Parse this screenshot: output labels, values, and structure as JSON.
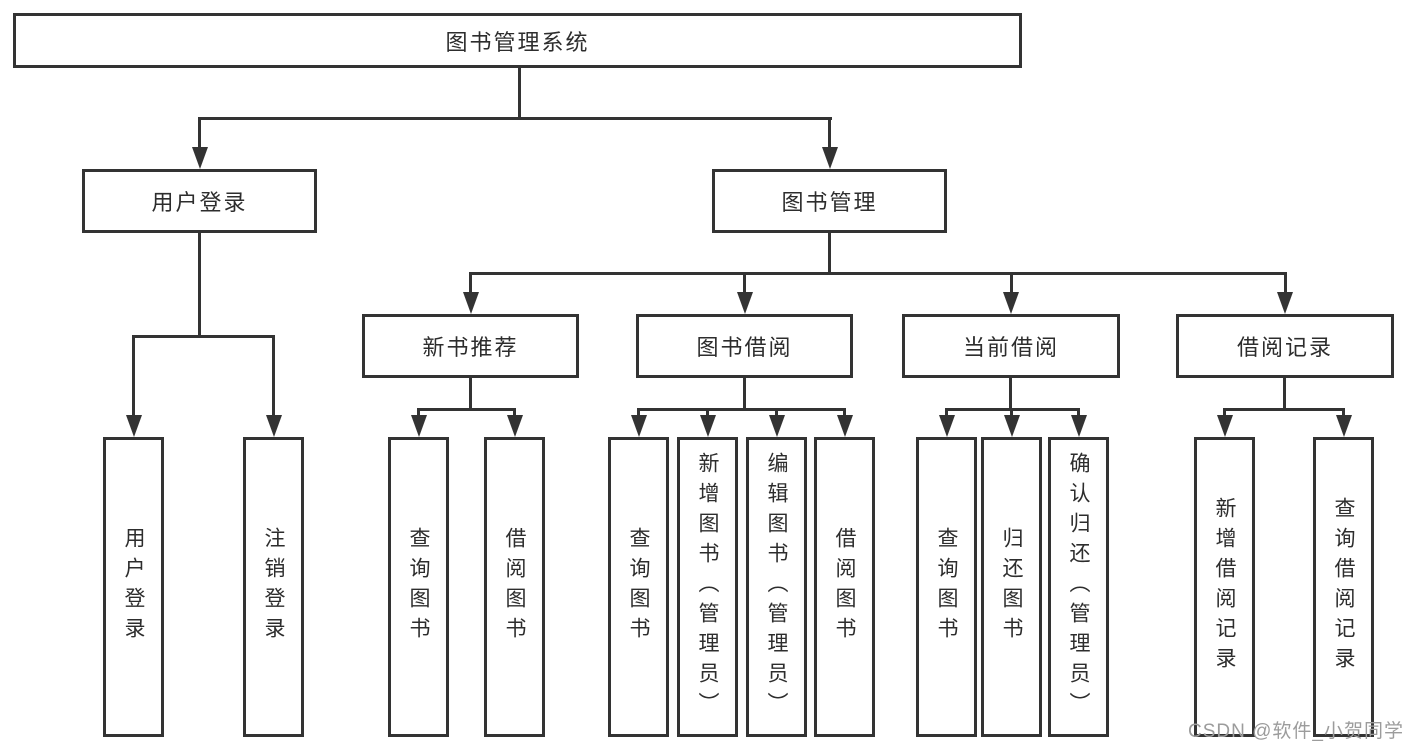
{
  "diagram": {
    "root": {
      "label": "图书管理系统"
    },
    "branches": [
      {
        "label": "用户登录",
        "children": [
          {
            "label": "用户登录"
          },
          {
            "label": "注销登录"
          }
        ]
      },
      {
        "label": "图书管理",
        "children": [
          {
            "label": "新书推荐",
            "children": [
              {
                "label": "查询图书"
              },
              {
                "label": "借阅图书"
              }
            ]
          },
          {
            "label": "图书借阅",
            "children": [
              {
                "label": "查询图书"
              },
              {
                "label": "新增图书（管理员）"
              },
              {
                "label": "编辑图书（管理员）"
              },
              {
                "label": "借阅图书"
              }
            ]
          },
          {
            "label": "当前借阅",
            "children": [
              {
                "label": "查询图书"
              },
              {
                "label": "归还图书"
              },
              {
                "label": "确认归还（管理员）"
              }
            ]
          },
          {
            "label": "借阅记录",
            "children": [
              {
                "label": "新增借阅记录"
              },
              {
                "label": "查询借阅记录"
              }
            ]
          }
        ]
      }
    ],
    "watermark": "CSDN @软件_小贺同学",
    "colors": {
      "line": "#333333",
      "text": "#2d2d2d",
      "watermark": "#9c9c9c",
      "background": "#ffffff"
    }
  }
}
